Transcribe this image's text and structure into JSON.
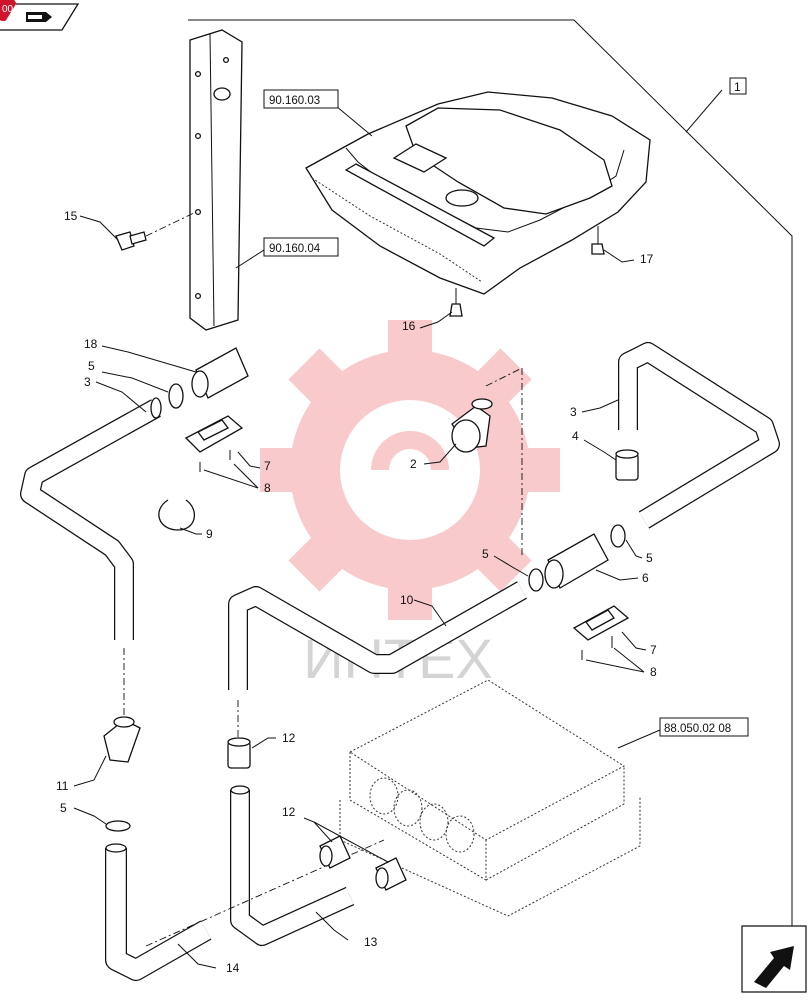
{
  "corner_badge": "00",
  "watermark": {
    "text": "ИНТЕХ"
  },
  "refs": {
    "seat_ref": "90.160.03",
    "post_ref": "90.160.04",
    "box_ref": "88.050.02 08",
    "group_number": "1"
  },
  "callouts": {
    "n1": "1",
    "n2": "2",
    "n3a": "3",
    "n3b": "3",
    "n4": "4",
    "n5a": "5",
    "n5b": "5",
    "n5c": "5",
    "n5d": "5",
    "n6": "6",
    "n7a": "7",
    "n7b": "7",
    "n8a": "8",
    "n8b": "8",
    "n9": "9",
    "n10": "10",
    "n11": "11",
    "n12a": "12",
    "n12b": "12",
    "n13": "13",
    "n14": "14",
    "n15": "15",
    "n16": "16",
    "n17": "17",
    "n18": "18"
  },
  "icons": [
    "corner-badge-icon",
    "book-icon",
    "next-page-arrow-icon"
  ]
}
